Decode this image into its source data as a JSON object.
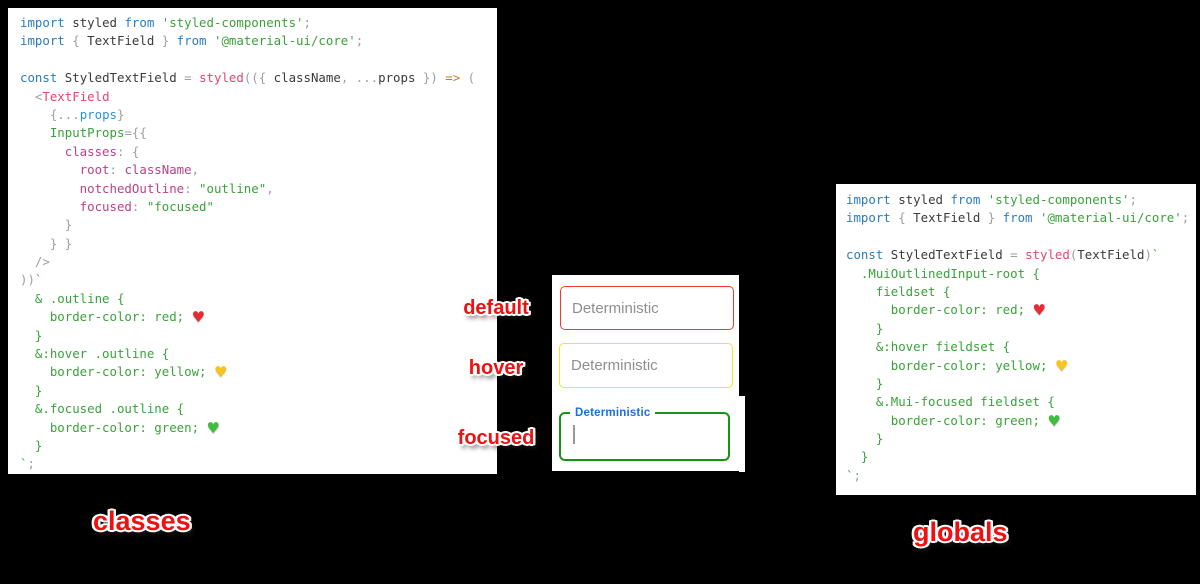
{
  "page": {
    "background": "#000000"
  },
  "captions": {
    "left": "classes",
    "right": "globals"
  },
  "state_labels": {
    "default": "default",
    "hover": "hover",
    "focused": "focused"
  },
  "middle": {
    "fields": [
      {
        "state": "default",
        "placeholder": "Deterministic",
        "border_color": "#f23b30"
      },
      {
        "state": "hover",
        "placeholder": "Deterministic",
        "border_color": "#f2e42f"
      },
      {
        "state": "focused",
        "notch_label": "Deterministic",
        "value": "",
        "border_color": "#169416",
        "label_color": "#1b6fdf",
        "cursor_color": "#999999"
      }
    ]
  },
  "token_colors": {
    "keyword": "#2b7cbd",
    "identifier": "#3a3a3a",
    "punctuation": "#9e9ea4",
    "function": "#e8446e",
    "jsx_tag": "#e8446e",
    "prop": "#2a93d5",
    "object_key": "#bb4189",
    "string_and_css": "#3aa23a",
    "arrow": "#bd7c2f",
    "heart_red": "#e62b34",
    "heart_yellow": "#f7c31e",
    "heart_green": "#3fbd3f"
  },
  "code_blocks": {
    "left": {
      "name": "classes-approach-code",
      "lines": [
        [
          [
            "kw",
            "import"
          ],
          [
            "id",
            " styled"
          ],
          [
            "kw",
            " from"
          ],
          [
            "g",
            " 'styled-components'"
          ],
          [
            "pu",
            ";"
          ]
        ],
        [
          [
            "kw",
            "import"
          ],
          [
            "pu",
            " { "
          ],
          [
            "id",
            "TextField"
          ],
          [
            "pu",
            " }"
          ],
          [
            "kw",
            " from"
          ],
          [
            "g",
            " '@material-ui/core'"
          ],
          [
            "pu",
            ";"
          ]
        ],
        [],
        [
          [
            "kw",
            "const"
          ],
          [
            "id",
            " StyledTextField"
          ],
          [
            "pu",
            " = "
          ],
          [
            "fn",
            "styled"
          ],
          [
            "pu",
            "(({ "
          ],
          [
            "id",
            "className"
          ],
          [
            "pu",
            ", ..."
          ],
          [
            "id",
            "props"
          ],
          [
            "pu",
            " })"
          ],
          [
            "ar",
            " =>"
          ],
          [
            "pu",
            " ("
          ]
        ],
        [
          [
            "pu",
            "  <"
          ],
          [
            "tag",
            "TextField"
          ]
        ],
        [
          [
            "pu",
            "    {..."
          ],
          [
            "prop",
            "props"
          ],
          [
            "pu",
            "}"
          ]
        ],
        [
          [
            "g",
            "    InputProps"
          ],
          [
            "pu",
            "={{"
          ]
        ],
        [
          [
            "key",
            "      classes"
          ],
          [
            "pu",
            ": {"
          ]
        ],
        [
          [
            "key",
            "        root"
          ],
          [
            "pu",
            ": "
          ],
          [
            "key",
            "className"
          ],
          [
            "pu",
            ","
          ]
        ],
        [
          [
            "key",
            "        notchedOutline"
          ],
          [
            "pu",
            ": "
          ],
          [
            "g",
            "\"outline\""
          ],
          [
            "pu",
            ","
          ]
        ],
        [
          [
            "key",
            "        focused"
          ],
          [
            "pu",
            ": "
          ],
          [
            "g",
            "\"focused\""
          ]
        ],
        [
          [
            "pu",
            "      }"
          ]
        ],
        [
          [
            "pu",
            "    } }"
          ]
        ],
        [
          [
            "pu",
            "  />"
          ]
        ],
        [
          [
            "pu",
            "))"
          ],
          [
            "g",
            "`"
          ]
        ],
        [
          [
            "g",
            "  & .outline {"
          ]
        ],
        [
          [
            "g",
            "    border-color: red; "
          ],
          [
            "heart-red",
            "♥"
          ]
        ],
        [
          [
            "g",
            "  }"
          ]
        ],
        [
          [
            "g",
            "  &:hover .outline {"
          ]
        ],
        [
          [
            "g",
            "    border-color: yellow; "
          ],
          [
            "heart-yellow",
            "♥"
          ]
        ],
        [
          [
            "g",
            "  }"
          ]
        ],
        [
          [
            "g",
            "  &.focused .outline {"
          ]
        ],
        [
          [
            "g",
            "    border-color: green; "
          ],
          [
            "heart-green",
            "♥"
          ]
        ],
        [
          [
            "g",
            "  }"
          ]
        ],
        [
          [
            "g",
            "`"
          ],
          [
            "pu",
            ";"
          ]
        ]
      ]
    },
    "right": {
      "name": "globals-approach-code",
      "lines": [
        [
          [
            "kw",
            "import"
          ],
          [
            "id",
            " styled"
          ],
          [
            "kw",
            " from"
          ],
          [
            "g",
            " 'styled-components'"
          ],
          [
            "pu",
            ";"
          ]
        ],
        [
          [
            "kw",
            "import"
          ],
          [
            "pu",
            " { "
          ],
          [
            "id",
            "TextField"
          ],
          [
            "pu",
            " }"
          ],
          [
            "kw",
            " from"
          ],
          [
            "g",
            " '@material-ui/core'"
          ],
          [
            "pu",
            ";"
          ]
        ],
        [],
        [
          [
            "kw",
            "const"
          ],
          [
            "id",
            " StyledTextField"
          ],
          [
            "pu",
            " = "
          ],
          [
            "fn",
            "styled"
          ],
          [
            "pu",
            "("
          ],
          [
            "id",
            "TextField"
          ],
          [
            "pu",
            ")"
          ],
          [
            "g",
            "`"
          ]
        ],
        [
          [
            "g",
            "  .MuiOutlinedInput-root {"
          ]
        ],
        [
          [
            "g",
            "    fieldset {"
          ]
        ],
        [
          [
            "g",
            "      border-color: red; "
          ],
          [
            "heart-red",
            "♥"
          ]
        ],
        [
          [
            "g",
            "    }"
          ]
        ],
        [
          [
            "g",
            "    &:hover fieldset {"
          ]
        ],
        [
          [
            "g",
            "      border-color: yellow; "
          ],
          [
            "heart-yellow",
            "♥"
          ]
        ],
        [
          [
            "g",
            "    }"
          ]
        ],
        [
          [
            "g",
            "    &.Mui-focused fieldset {"
          ]
        ],
        [
          [
            "g",
            "      border-color: green; "
          ],
          [
            "heart-green",
            "♥"
          ]
        ],
        [
          [
            "g",
            "    }"
          ]
        ],
        [
          [
            "g",
            "  }"
          ]
        ],
        [
          [
            "g",
            "`"
          ],
          [
            "pu",
            ";"
          ]
        ]
      ]
    }
  }
}
